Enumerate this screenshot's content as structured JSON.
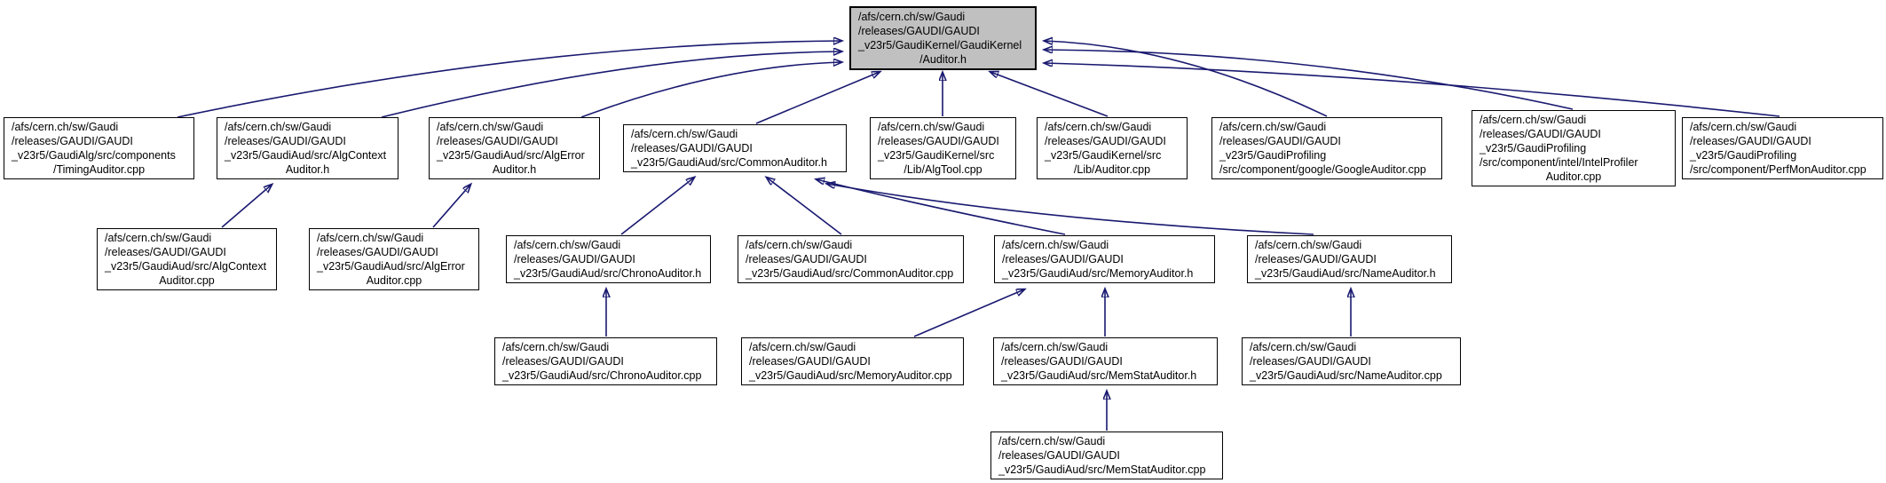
{
  "diagram": {
    "type": "include-dependency-graph",
    "colors": {
      "edge": "#191970",
      "node_fill": "#ffffff",
      "root_fill": "#c0c0c0",
      "border": "#000000",
      "text": "#000000"
    },
    "nodes": {
      "auditor_h": {
        "lines": [
          "/afs/cern.ch/sw/Gaudi",
          "/releases/GAUDI/GAUDI",
          "_v23r5/GaudiKernel/GaudiKernel",
          "/Auditor.h"
        ]
      },
      "timing_auditor_cpp": {
        "lines": [
          "/afs/cern.ch/sw/Gaudi",
          "/releases/GAUDI/GAUDI",
          "_v23r5/GaudiAlg/src/components",
          "/TimingAuditor.cpp"
        ]
      },
      "alg_context_auditor_h": {
        "lines": [
          "/afs/cern.ch/sw/Gaudi",
          "/releases/GAUDI/GAUDI",
          "_v23r5/GaudiAud/src/AlgContext",
          "Auditor.h"
        ]
      },
      "alg_error_auditor_h": {
        "lines": [
          "/afs/cern.ch/sw/Gaudi",
          "/releases/GAUDI/GAUDI",
          "_v23r5/GaudiAud/src/AlgError",
          "Auditor.h"
        ]
      },
      "common_auditor_h": {
        "lines": [
          "/afs/cern.ch/sw/Gaudi",
          "/releases/GAUDI/GAUDI",
          "_v23r5/GaudiAud/src/CommonAuditor.h"
        ]
      },
      "alg_tool_cpp": {
        "lines": [
          "/afs/cern.ch/sw/Gaudi",
          "/releases/GAUDI/GAUDI",
          "_v23r5/GaudiKernel/src",
          "/Lib/AlgTool.cpp"
        ]
      },
      "auditor_cpp": {
        "lines": [
          "/afs/cern.ch/sw/Gaudi",
          "/releases/GAUDI/GAUDI",
          "_v23r5/GaudiKernel/src",
          "/Lib/Auditor.cpp"
        ]
      },
      "google_auditor_cpp": {
        "lines": [
          "/afs/cern.ch/sw/Gaudi",
          "/releases/GAUDI/GAUDI",
          "_v23r5/GaudiProfiling",
          "/src/component/google/GoogleAuditor.cpp"
        ]
      },
      "intel_profiler_auditor_cpp": {
        "lines": [
          "/afs/cern.ch/sw/Gaudi",
          "/releases/GAUDI/GAUDI",
          "_v23r5/GaudiProfiling",
          "/src/component/intel/IntelProfiler",
          "Auditor.cpp"
        ]
      },
      "perf_mon_auditor_cpp": {
        "lines": [
          "/afs/cern.ch/sw/Gaudi",
          "/releases/GAUDI/GAUDI",
          "_v23r5/GaudiProfiling",
          "/src/component/PerfMonAuditor.cpp"
        ]
      },
      "alg_context_auditor_cpp": {
        "lines": [
          "/afs/cern.ch/sw/Gaudi",
          "/releases/GAUDI/GAUDI",
          "_v23r5/GaudiAud/src/AlgContext",
          "Auditor.cpp"
        ]
      },
      "alg_error_auditor_cpp": {
        "lines": [
          "/afs/cern.ch/sw/Gaudi",
          "/releases/GAUDI/GAUDI",
          "_v23r5/GaudiAud/src/AlgError",
          "Auditor.cpp"
        ]
      },
      "chrono_auditor_h": {
        "lines": [
          "/afs/cern.ch/sw/Gaudi",
          "/releases/GAUDI/GAUDI",
          "_v23r5/GaudiAud/src/ChronoAuditor.h"
        ]
      },
      "common_auditor_cpp": {
        "lines": [
          "/afs/cern.ch/sw/Gaudi",
          "/releases/GAUDI/GAUDI",
          "_v23r5/GaudiAud/src/CommonAuditor.cpp"
        ]
      },
      "memory_auditor_h": {
        "lines": [
          "/afs/cern.ch/sw/Gaudi",
          "/releases/GAUDI/GAUDI",
          "_v23r5/GaudiAud/src/MemoryAuditor.h"
        ]
      },
      "name_auditor_h": {
        "lines": [
          "/afs/cern.ch/sw/Gaudi",
          "/releases/GAUDI/GAUDI",
          "_v23r5/GaudiAud/src/NameAuditor.h"
        ]
      },
      "chrono_auditor_cpp": {
        "lines": [
          "/afs/cern.ch/sw/Gaudi",
          "/releases/GAUDI/GAUDI",
          "_v23r5/GaudiAud/src/ChronoAuditor.cpp"
        ]
      },
      "memory_auditor_cpp": {
        "lines": [
          "/afs/cern.ch/sw/Gaudi",
          "/releases/GAUDI/GAUDI",
          "_v23r5/GaudiAud/src/MemoryAuditor.cpp"
        ]
      },
      "mem_stat_auditor_h": {
        "lines": [
          "/afs/cern.ch/sw/Gaudi",
          "/releases/GAUDI/GAUDI",
          "_v23r5/GaudiAud/src/MemStatAuditor.h"
        ]
      },
      "name_auditor_cpp": {
        "lines": [
          "/afs/cern.ch/sw/Gaudi",
          "/releases/GAUDI/GAUDI",
          "_v23r5/GaudiAud/src/NameAuditor.cpp"
        ]
      },
      "mem_stat_auditor_cpp": {
        "lines": [
          "/afs/cern.ch/sw/Gaudi",
          "/releases/GAUDI/GAUDI",
          "_v23r5/GaudiAud/src/MemStatAuditor.cpp"
        ]
      }
    },
    "edges": [
      {
        "from": "timing_auditor_cpp",
        "to": "auditor_h"
      },
      {
        "from": "alg_context_auditor_h",
        "to": "auditor_h"
      },
      {
        "from": "alg_error_auditor_h",
        "to": "auditor_h"
      },
      {
        "from": "common_auditor_h",
        "to": "auditor_h"
      },
      {
        "from": "alg_tool_cpp",
        "to": "auditor_h"
      },
      {
        "from": "auditor_cpp",
        "to": "auditor_h"
      },
      {
        "from": "google_auditor_cpp",
        "to": "auditor_h"
      },
      {
        "from": "intel_profiler_auditor_cpp",
        "to": "auditor_h"
      },
      {
        "from": "perf_mon_auditor_cpp",
        "to": "auditor_h"
      },
      {
        "from": "alg_context_auditor_cpp",
        "to": "alg_context_auditor_h"
      },
      {
        "from": "alg_error_auditor_cpp",
        "to": "alg_error_auditor_h"
      },
      {
        "from": "chrono_auditor_h",
        "to": "common_auditor_h"
      },
      {
        "from": "common_auditor_cpp",
        "to": "common_auditor_h"
      },
      {
        "from": "memory_auditor_h",
        "to": "common_auditor_h"
      },
      {
        "from": "name_auditor_h",
        "to": "common_auditor_h"
      },
      {
        "from": "chrono_auditor_cpp",
        "to": "chrono_auditor_h"
      },
      {
        "from": "memory_auditor_cpp",
        "to": "memory_auditor_h"
      },
      {
        "from": "mem_stat_auditor_h",
        "to": "memory_auditor_h"
      },
      {
        "from": "name_auditor_cpp",
        "to": "name_auditor_h"
      },
      {
        "from": "mem_stat_auditor_cpp",
        "to": "mem_stat_auditor_h"
      }
    ]
  }
}
